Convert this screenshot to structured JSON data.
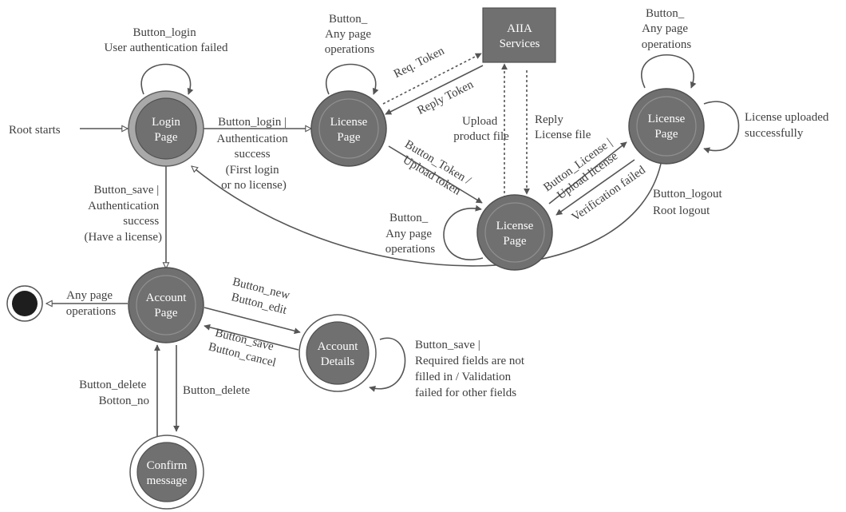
{
  "nodes": {
    "login": [
      "Login",
      "Page"
    ],
    "license1": [
      "License",
      "Page"
    ],
    "aiia": [
      "AIIA",
      "Services"
    ],
    "license3": [
      "License",
      "Page"
    ],
    "license2": [
      "License",
      "Page"
    ],
    "account": [
      "Account",
      "Page"
    ],
    "details": [
      "Account",
      "Details"
    ],
    "confirm": [
      "Confirm",
      "message"
    ]
  },
  "labels": {
    "root_starts": [
      "Root starts"
    ],
    "login_self": [
      "Button_login",
      "User authentication failed"
    ],
    "login_to_license": [
      "Button_login |",
      "Authentication",
      "success",
      "(First login",
      "or no license)"
    ],
    "license1_self": [
      "Button_",
      "Any page",
      "operations"
    ],
    "req_token": [
      "Req. Token"
    ],
    "reply_token": [
      "Reply Token"
    ],
    "button_token": [
      "Button_Token /",
      "Upload token"
    ],
    "license2_self": [
      "Button_",
      "Any page",
      "operations"
    ],
    "upload_product": [
      "Upload",
      "product file"
    ],
    "reply_license": [
      "Reply",
      "License file"
    ],
    "button_license": [
      "Button_License |",
      "Upload license"
    ],
    "verification_failed": [
      "Verification failed"
    ],
    "license3_self": [
      "Button_",
      "Any page",
      "operations"
    ],
    "license_uploaded": [
      "License uploaded",
      "successfully"
    ],
    "logout": [
      "Button_logout",
      "Root logout"
    ],
    "login_to_account": [
      "Button_save |",
      "Authentication",
      "success",
      "(Have a license)"
    ],
    "account_to_end": [
      "Any page",
      "operations"
    ],
    "new_edit": [
      "Button_new",
      "Button_edit"
    ],
    "save_cancel": [
      "Button_save",
      "Button_cancel"
    ],
    "details_self": [
      "Button_save |",
      "Required fields are not",
      "filled in / Validation",
      "failed for other fields"
    ],
    "delete_no": [
      "Button_delete",
      "Botton_no"
    ],
    "delete": [
      "Button_delete"
    ]
  }
}
